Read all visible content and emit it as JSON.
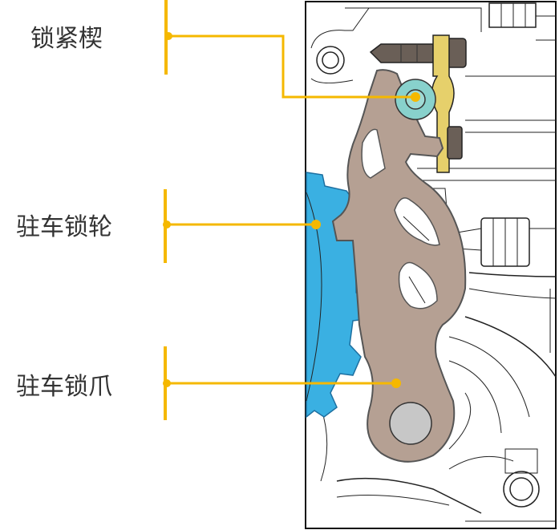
{
  "labels": {
    "wedge": "锁紧楔",
    "gear": "驻车锁轮",
    "pawl": "驻车锁爪"
  },
  "colors": {
    "callout": "#f5b800",
    "gear": "#3ab0e2",
    "pawl": "#b5a093",
    "pawl_edge": "#555555",
    "roller": "#88d1cc",
    "pivot": "#c7c7c7",
    "bracket": "#e6d06b",
    "bolt": "#6a5f57",
    "text": "#333333"
  }
}
